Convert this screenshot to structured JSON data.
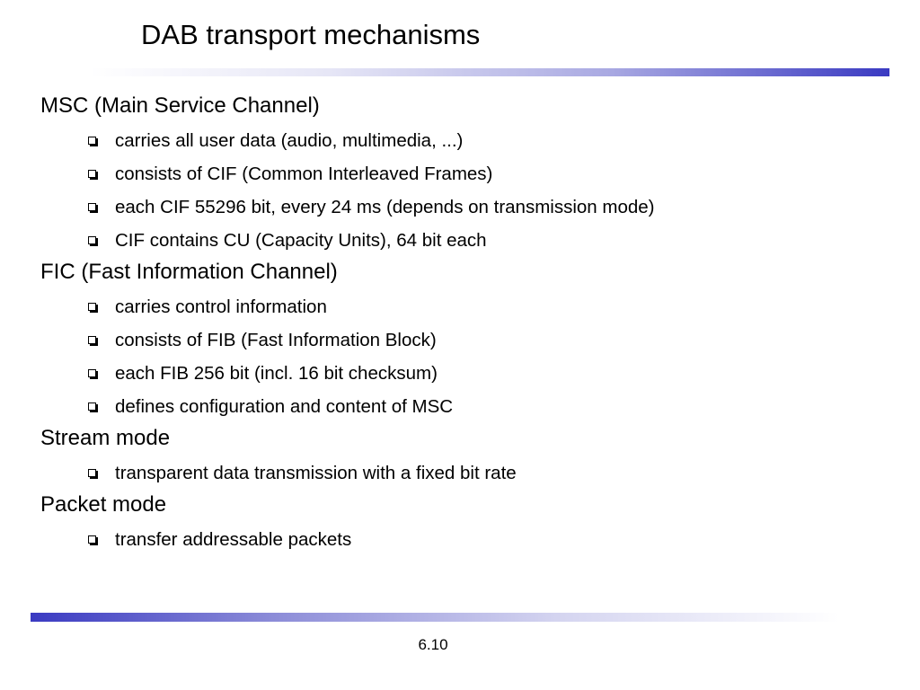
{
  "slide": {
    "title": "DAB transport mechanisms",
    "page_number": "6.10",
    "accent_color": "#3a3ac2"
  },
  "sections": [
    {
      "heading": "MSC (Main Service Channel)",
      "bullets": [
        "carries all user data (audio, multimedia, ...)",
        "consists of CIF (Common Interleaved Frames)",
        "each CIF 55296 bit, every 24 ms (depends on transmission mode)",
        "CIF contains CU (Capacity Units), 64 bit each"
      ]
    },
    {
      "heading": "FIC (Fast Information Channel)",
      "bullets": [
        "carries control information",
        "consists of FIB (Fast Information Block)",
        "each FIB 256 bit (incl. 16 bit checksum)",
        "defines configuration and content of MSC"
      ]
    },
    {
      "heading": "Stream mode",
      "bullets": [
        "transparent data transmission with a fixed bit rate"
      ]
    },
    {
      "heading": "Packet mode",
      "bullets": [
        "transfer addressable packets"
      ]
    }
  ]
}
